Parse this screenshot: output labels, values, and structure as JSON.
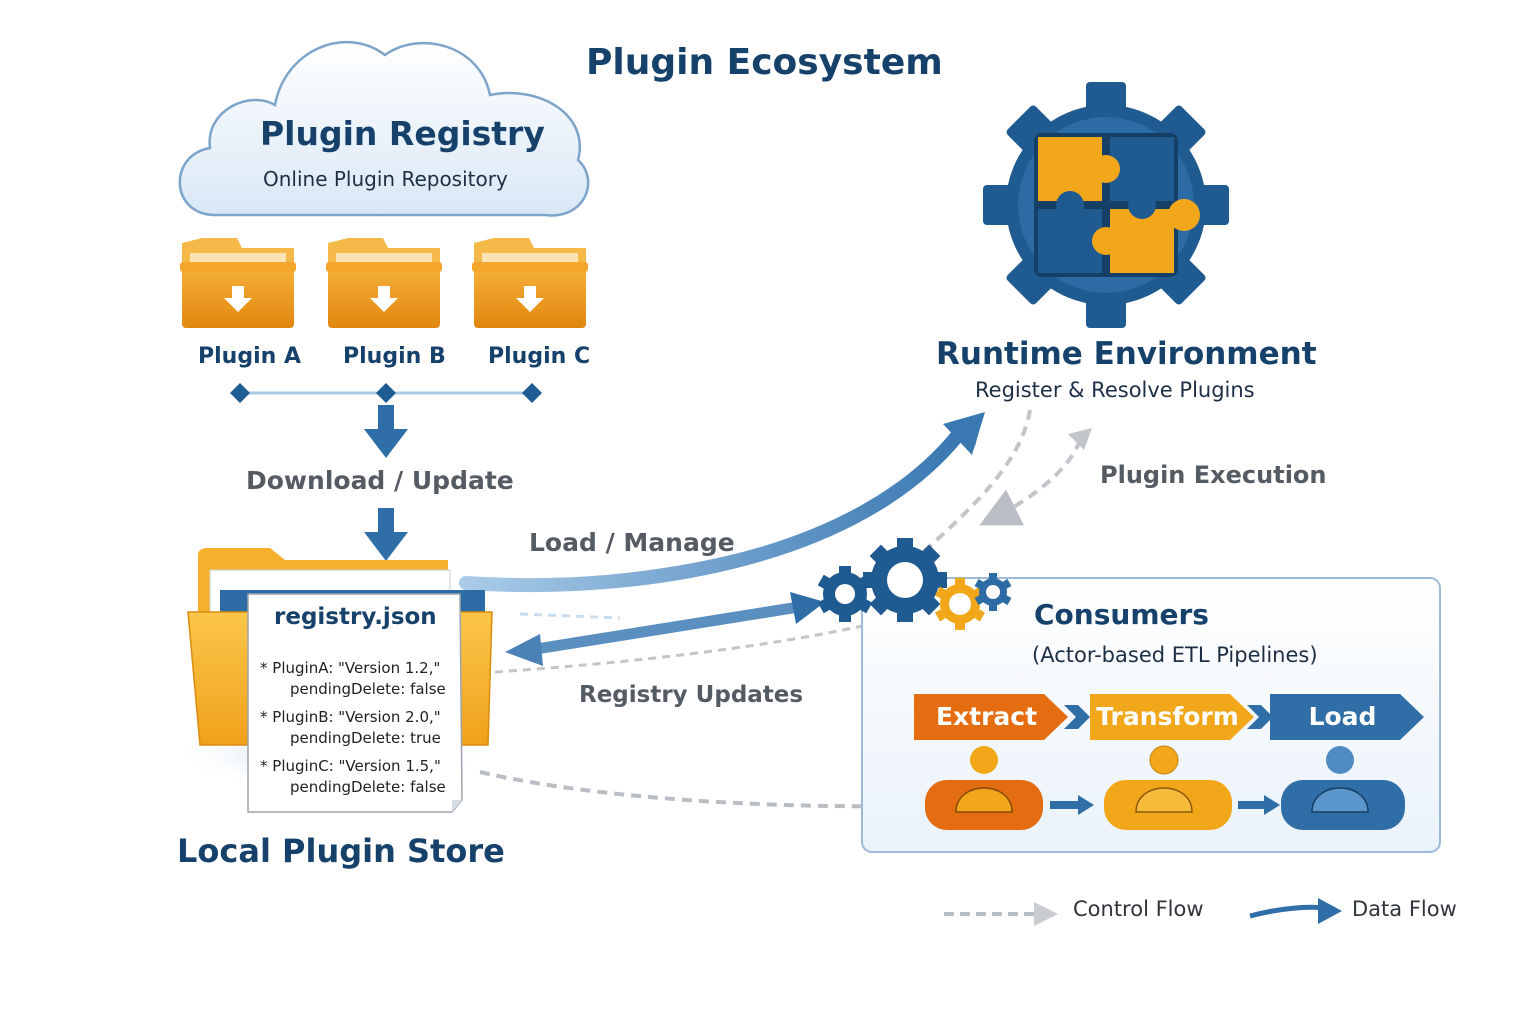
{
  "title": "Plugin Ecosystem",
  "registry": {
    "title": "Plugin Registry",
    "subtitle": "Online Plugin Repository",
    "plugins": [
      "Plugin A",
      "Plugin B",
      "Plugin C"
    ]
  },
  "flows": {
    "download": "Download / Update",
    "load_manage": "Load / Manage",
    "registry_updates": "Registry Updates",
    "plugin_execution": "Plugin Execution"
  },
  "runtime": {
    "title": "Runtime Environment",
    "subtitle": "Register & Resolve Plugins"
  },
  "local_store": {
    "title": "Local Plugin Store",
    "file_name": "registry.json",
    "entries": [
      {
        "name": "PluginA: \"Version 1.2,\"",
        "pending": "pendingDelete: false"
      },
      {
        "name": "PluginB: \"Version 2.0,\"",
        "pending": "pendingDelete: true"
      },
      {
        "name": "PluginC: \"Version 1.5,\"",
        "pending": "pendingDelete: false"
      }
    ]
  },
  "consumers": {
    "title": "Consumers",
    "subtitle": "(Actor-based ETL Pipelines)",
    "stages": [
      {
        "label": "Extract",
        "color": "#e46d12"
      },
      {
        "label": "Transform",
        "color": "#f2a71b"
      },
      {
        "label": "Load",
        "color": "#2f6ea6"
      }
    ]
  },
  "legend": {
    "control_flow": "Control Flow",
    "data_flow": "Data Flow"
  },
  "colors": {
    "navy": "#16416b",
    "blue": "#2f6ea6",
    "orange": "#e46d12",
    "gold": "#f2a71b",
    "grey_dash": "#b9bec4"
  }
}
